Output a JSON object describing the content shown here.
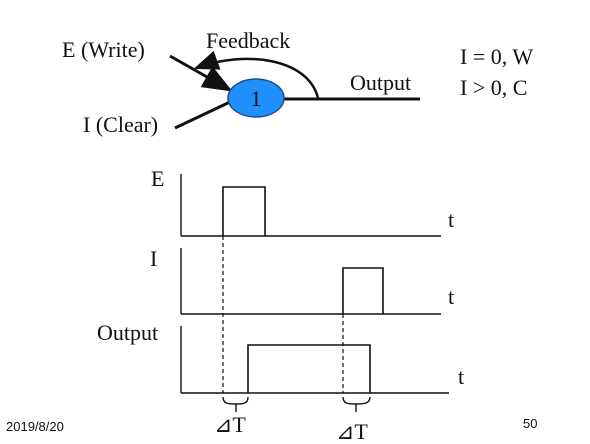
{
  "neuron": {
    "input_write_label": "E (Write)",
    "input_clear_label": "I (Clear)",
    "feedback_label": "Feedback",
    "output_label": "Output",
    "threshold": "1",
    "node_color": "#1e90ff"
  },
  "rules": {
    "line1": "I = 0, W",
    "line2": "I > 0, C"
  },
  "timing": {
    "e_label": "E",
    "i_label": "I",
    "output_label": "Output",
    "time_label": "t",
    "delay_label": "⊿T"
  },
  "footer": {
    "date": "2019/8/20",
    "page": "50"
  }
}
